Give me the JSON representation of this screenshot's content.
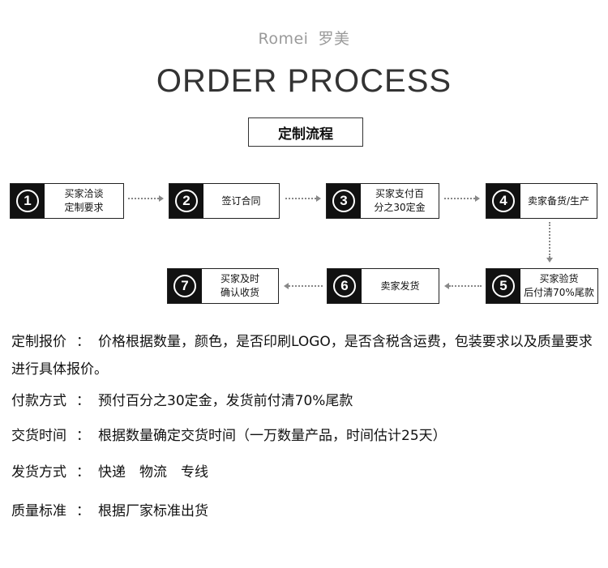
{
  "brand": {
    "en": "Romei",
    "cn": "罗美"
  },
  "headline": "ORDER PROCESS",
  "subtitle": "定制流程",
  "steps": [
    {
      "num": "1",
      "line1": "买家洽谈",
      "line2": "定制要求"
    },
    {
      "num": "2",
      "line1": "签订合同",
      "line2": ""
    },
    {
      "num": "3",
      "line1": "买家支付百",
      "line2": "分之30定金"
    },
    {
      "num": "4",
      "line1": "卖家备货/生产",
      "line2": ""
    },
    {
      "num": "5",
      "line1": "买家验货",
      "line2": "后付清70%尾款"
    },
    {
      "num": "6",
      "line1": "卖家发货",
      "line2": ""
    },
    {
      "num": "7",
      "line1": "买家及时",
      "line2": "确认收货"
    }
  ],
  "info": {
    "quote": {
      "key": "定制报价",
      "colon": "：",
      "value": "价格根据数量，颜色，是否印刷LOGO，是否含税含运费，包装要求以及质量要求进行具体报价。"
    },
    "payment": {
      "key": "付款方式",
      "colon": "：",
      "value": "预付百分之30定金，发货前付清70%尾款"
    },
    "delivery_time": {
      "key": "交货时间",
      "colon": "：",
      "value": "根据数量确定交货时间（一万数量产品，时间估计25天）"
    },
    "shipping": {
      "key": "发货方式",
      "colon": "：",
      "value": "快递　物流　专线"
    },
    "quality": {
      "key": "质量标准",
      "colon": "：",
      "value": "根据厂家标准出货"
    }
  }
}
